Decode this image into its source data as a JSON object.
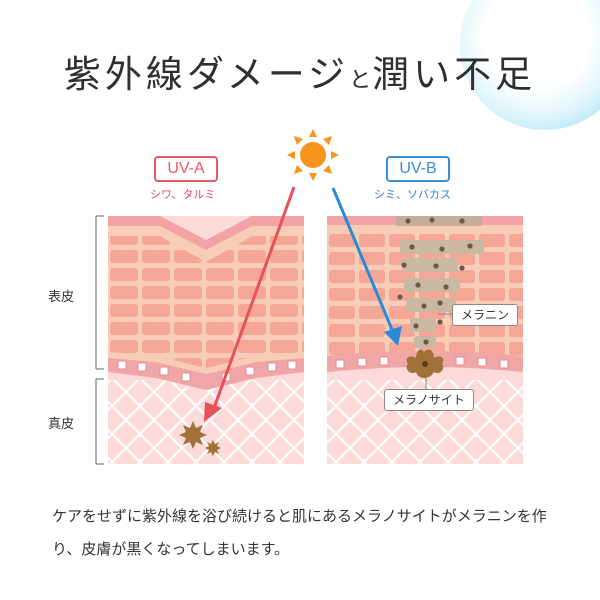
{
  "title": {
    "part1": "紫外線ダメージ",
    "connector": "と",
    "part2": "潤い不足"
  },
  "uv_a": {
    "label": "UV-A",
    "effect": "シワ、タルミ",
    "color": "#e95a68"
  },
  "uv_b": {
    "label": "UV-B",
    "effect": "シミ、ソバカス",
    "color": "#3b8fd6"
  },
  "layers": {
    "epidermis": "表皮",
    "dermis": "真皮"
  },
  "callouts": {
    "melanin": "メラニン",
    "melanocyte": "メラノサイト"
  },
  "description": "ケアをせずに紫外線を浴び続けると肌にあるメラノサイトがメラニンを作り、皮膚が黒くなってしまいます。",
  "colors": {
    "sun": "#f7941d",
    "epidermis_bg": "#f8cdb8",
    "cell": "#f6a694",
    "dermis_bg": "#fbdad9",
    "melanin": "#6b5a4a",
    "damage_spot": "#a0723a"
  }
}
